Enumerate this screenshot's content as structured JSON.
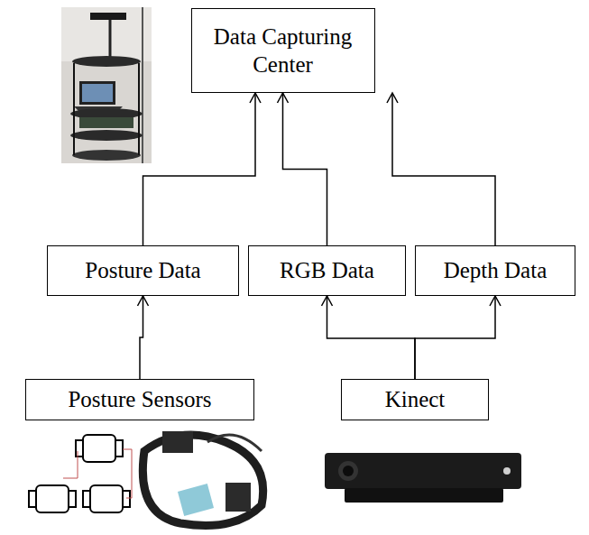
{
  "diagram": {
    "nodes": [
      {
        "text": [
          "Data Capturing Center"
        ]
      },
      {
        "text": [
          "Posture Data"
        ]
      },
      {
        "text": [
          "RGB Data"
        ]
      },
      {
        "text": [
          "Depth Data"
        ]
      },
      {
        "text": [
          "Posture Sensors"
        ]
      },
      {
        "text": [
          "Kinect"
        ]
      }
    ],
    "edges": [
      {
        "from": 1,
        "to": 0,
        "arrow": "to"
      },
      {
        "from": 2,
        "to": 0,
        "arrow": "to"
      },
      {
        "from": 3,
        "to": 0,
        "arrow": "to"
      },
      {
        "from": 4,
        "to": 1,
        "arrow": "to"
      },
      {
        "from": 5,
        "to": 2,
        "arrow": "to"
      },
      {
        "from": 5,
        "to": 3,
        "arrow": "to"
      }
    ]
  }
}
